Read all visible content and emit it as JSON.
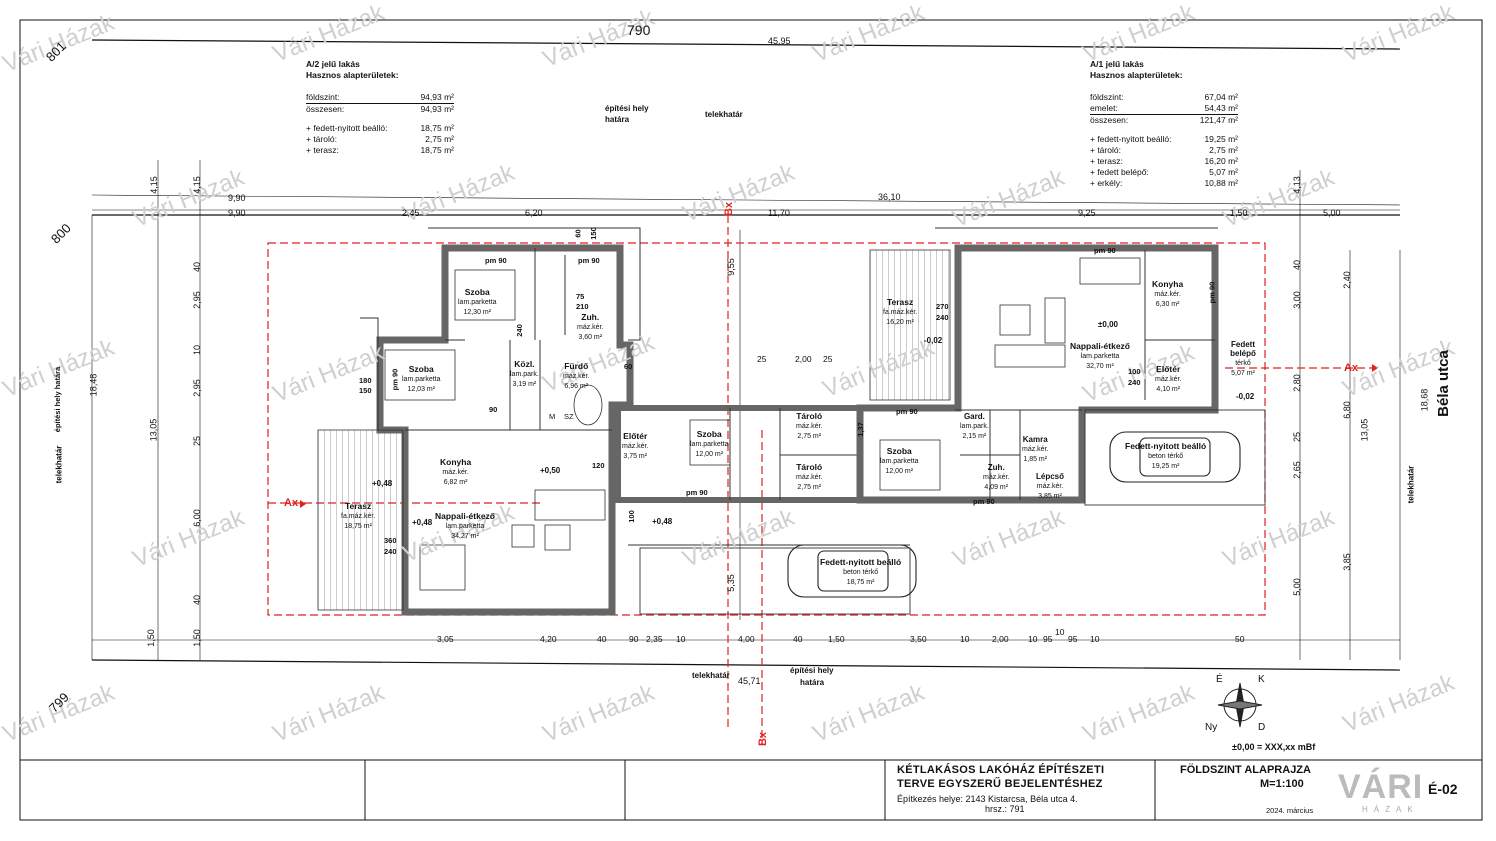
{
  "dims_top": {
    "ref_790": "790",
    "ref_801": "801",
    "ref_800": "800",
    "ref_799": "799",
    "total_top": "45,95",
    "total_bottom": "45,71",
    "mid_total": "36,10",
    "left_a": "9,90",
    "left_b": "9,90",
    "seg_245": "2,45",
    "seg_620": "6,20",
    "seg_1170": "11,70",
    "seg_925": "9,25",
    "seg_150": "1,50",
    "seg_500": "5,00",
    "side_415a": "4,15",
    "side_415b": "4,15",
    "side_413": "4,13"
  },
  "dims_bottom": [
    "3,05",
    "4,20",
    "40",
    "90",
    "2,35",
    "10",
    "4,00",
    "40",
    "1,50",
    "3,50",
    "10",
    "2,00",
    "10",
    "95",
    "95",
    "10",
    "50"
  ],
  "dims_left": {
    "d1305": "13,05",
    "d1848": "18,48",
    "d150a": "1,50",
    "d150b": "1,50",
    "d295a": "2,95",
    "d295b": "2,95",
    "d40a": "40",
    "d40b": "40",
    "d600": "6,00",
    "d25": "25",
    "d10": "10"
  },
  "dims_right": {
    "d1868": "18,68",
    "d1305": "13,05",
    "d680": "6,80",
    "d385": "3,85",
    "d500": "5,00",
    "d265": "2,65",
    "d280": "2,80",
    "d300": "3,00",
    "d240": "2,40",
    "d40": "40",
    "d25": "25"
  },
  "dims_mid": {
    "d955": "9,55",
    "d535": "5,35",
    "d25a": "25",
    "d200": "2,00",
    "d25b": "25",
    "d10": "10"
  },
  "labels": {
    "telekhatar_top": "telekhatár",
    "telekhatar_bottom": "telekhatár",
    "telekhatar_left": "telekhatár",
    "telekhatar_right": "telekhatár",
    "epitesi_top_1": "építési hely",
    "epitesi_top_2": "határa",
    "epitesi_bottom_1": "építési hely",
    "epitesi_bottom_2": "határa",
    "epitesi_left": "építési hely határa",
    "street": "Béla utca",
    "ax_left": "Ax",
    "ax_right": "Ax",
    "bx_top": "Bx",
    "bx_bottom": "Bx"
  },
  "unit_a2": {
    "title": "A/2 jelű lakás",
    "subtitle": "Hasznos alapterületek:",
    "rows": [
      {
        "label": "földszint:",
        "value": "94,93 m²"
      },
      {
        "label": "összesen:",
        "value": "94,93 m²"
      }
    ],
    "extras": [
      {
        "label": "+ fedett-nyitott beálló:",
        "value": "18,75 m²"
      },
      {
        "label": "+ tároló:",
        "value": "2,75 m²"
      },
      {
        "label": "+ terasz:",
        "value": "18,75 m²"
      }
    ]
  },
  "unit_a1": {
    "title": "A/1 jelű lakás",
    "subtitle": "Hasznos alapterületek:",
    "rows": [
      {
        "label": "földszint:",
        "value": "67,04 m²"
      },
      {
        "label": "emelet:",
        "value": "54,43 m²"
      },
      {
        "label": "összesen:",
        "value": "121,47 m²"
      }
    ],
    "extras": [
      {
        "label": "+ fedett-nyitott beálló:",
        "value": "19,25 m²"
      },
      {
        "label": "+ tároló:",
        "value": "2,75 m²"
      },
      {
        "label": "+ terasz:",
        "value": "16,20 m²"
      },
      {
        "label": "+ fedett belépő:",
        "value": "5,07 m²"
      },
      {
        "label": "+ erkély:",
        "value": "10,88 m²"
      }
    ]
  },
  "rooms": [
    {
      "name": "Szoba",
      "finish": "lam.parketta",
      "area": "12,30 m²"
    },
    {
      "name": "Szoba",
      "finish": "lam.parketta",
      "area": "12,03 m²"
    },
    {
      "name": "Közl.",
      "finish": "lam.park.",
      "area": "3,19 m²"
    },
    {
      "name": "Fürdő",
      "finish": "máz.kér.",
      "area": "6,96 m²"
    },
    {
      "name": "Zuh.",
      "finish": "máz.kér.",
      "area": "3,60 m²"
    },
    {
      "name": "Konyha",
      "finish": "máz.kér.",
      "area": "6,82 m²"
    },
    {
      "name": "Terasz",
      "finish": "fa.máz.kér.",
      "area": "18,75 m²"
    },
    {
      "name": "Nappali-étkező",
      "finish": "lam.parketta",
      "area": "34,27 m²"
    },
    {
      "name": "Előtér",
      "finish": "máz.kér.",
      "area": "3,75 m²"
    },
    {
      "name": "Szoba",
      "finish": "lam.parketta",
      "area": "12,00 m²"
    },
    {
      "name": "Tároló",
      "finish": "máz.kér.",
      "area": "2,75 m²"
    },
    {
      "name": "Tároló",
      "finish": "máz.kér.",
      "area": "2,75 m²"
    },
    {
      "name": "Szoba",
      "finish": "lam.parketta",
      "area": "12,00 m²"
    },
    {
      "name": "Terasz",
      "finish": "fa.máz.kér.",
      "area": "16,20 m²"
    },
    {
      "name": "Nappali-étkező",
      "finish": "lam.parketta",
      "area": "32,70 m²"
    },
    {
      "name": "Konyha",
      "finish": "máz.kér.",
      "area": "6,30 m²"
    },
    {
      "name": "Fedett belépő",
      "finish": "térkő",
      "area": "5,07 m²"
    },
    {
      "name": "Előtér",
      "finish": "máz.kér.",
      "area": "4,10 m²"
    },
    {
      "name": "Gard.",
      "finish": "lam.park.",
      "area": "2,15 m²"
    },
    {
      "name": "Kamra",
      "finish": "máz.kér.",
      "area": "1,85 m²"
    },
    {
      "name": "Zuh.",
      "finish": "máz.kér.",
      "area": "4,09 m²"
    },
    {
      "name": "Lépcső",
      "finish": "máz.kér.",
      "area": "3,85 m²"
    },
    {
      "name": "Fedett-nyitott beálló",
      "finish": "beton térkő",
      "area": "19,25 m²"
    },
    {
      "name": "Fedett-nyitott beálló",
      "finish": "beton térkő",
      "area": "18,75 m²"
    }
  ],
  "levels": {
    "l1": "+0,48",
    "l2": "+0,50",
    "l3": "+0,48",
    "l4": "+0,48",
    "l5": "±0,00",
    "l6": "-0,02",
    "l7": "-0,02"
  },
  "openings": {
    "pm90a": "pm 90",
    "pm90b": "pm 90",
    "pm90c": "pm 90",
    "pm90d": "pm 90",
    "pm90e": "pm 90",
    "pm90f": "pm 90",
    "pm90g": "pm 90",
    "pm90h": "pm 90",
    "o180": "180",
    "o150": "150",
    "o60": "60",
    "o150b": "150",
    "o90": "90",
    "o240": "240",
    "o75": "75",
    "o210": "210",
    "o120": "120",
    "o60b": "60",
    "o360": "360",
    "o240b": "240",
    "o270": "270",
    "o240c": "240",
    "o100": "100",
    "o240d": "240",
    "o137": "1,37",
    "o100b": "100",
    "m": "M",
    "sz": "SZ"
  },
  "compass": {
    "e": "É",
    "k": "K",
    "d": "D",
    "ny": "Ny"
  },
  "datum": "±0,00 = XXX,xx mBf",
  "title_block": {
    "project_1": "KÉTLAKÁSOS LAKÓHÁZ ÉPÍTÉSZETI",
    "project_2": "TERVE EGYSZERŰ BEJELENTÉSHEZ",
    "site": "Építkezés helye: 2143 Kistarcsa, Béla utca 4.",
    "hrsz": "hrsz.: 791",
    "sheet_title": "FÖLDSZINT ALAPRAJZA",
    "scale": "M=1:100",
    "date": "2024. március",
    "logo": "VÁRI",
    "logo_sub": "HÁZAK",
    "sheet_no": "É-02"
  },
  "watermark": "Vári Házak",
  "colors": {
    "red_line": "#e02020",
    "wall": "#777777",
    "ink": "#111111"
  }
}
